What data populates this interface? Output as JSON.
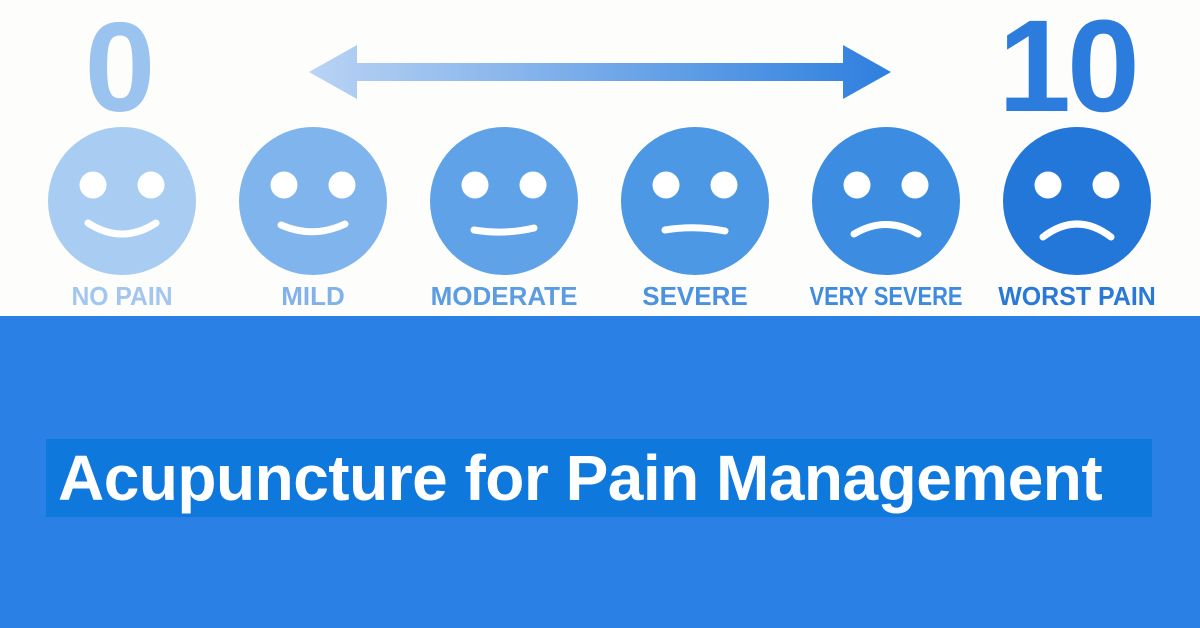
{
  "colors": {
    "top_background": "#fdfdfc",
    "banner_background": "#2a80e5",
    "banner_highlight": "#0e78dd",
    "title_text": "#ffffff"
  },
  "scale": {
    "min_label": "0",
    "min_color": "#9ac3ef",
    "max_label": "10",
    "max_color": "#2b7cdc",
    "arrow": {
      "direction": "double-headed-horizontal",
      "gradient_start": "#b9d3f4",
      "gradient_end": "#2e7fde"
    },
    "faces": [
      {
        "label": "NO PAIN",
        "color": "#a8ccf2",
        "label_color": "#a3c6ee",
        "mouth": "smile",
        "expression": "smiling"
      },
      {
        "label": "MILD",
        "color": "#7fb4ec",
        "label_color": "#82b2e8",
        "mouth": "gentle-smile",
        "expression": "slightly smiling"
      },
      {
        "label": "MODERATE",
        "color": "#5fa2e8",
        "label_color": "#5c9de2",
        "mouth": "flat",
        "expression": "neutral"
      },
      {
        "label": "SEVERE",
        "color": "#4d98e4",
        "label_color": "#4b93e0",
        "mouth": "flat-frown",
        "expression": "neutral-displeased"
      },
      {
        "label": "VERY SEVERE",
        "color": "#3c8de1",
        "label_color": "#3e8bdf",
        "mouth": "frown",
        "expression": "frowning"
      },
      {
        "label": "WORST PAIN",
        "color": "#2277d9",
        "label_color": "#2b79d7",
        "mouth": "deep-frown",
        "expression": "deeply frowning"
      }
    ]
  },
  "banner": {
    "title": "Acupuncture for Pain Management"
  }
}
